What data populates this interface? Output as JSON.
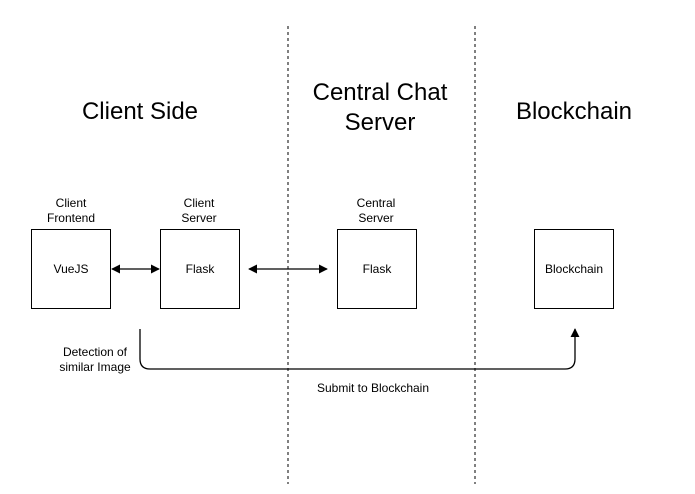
{
  "sections": {
    "client_side": "Client Side",
    "central_chat_server": "Central Chat\nServer",
    "blockchain": "Blockchain"
  },
  "nodes": {
    "vuejs": {
      "caption": "Client\nFrontend",
      "label": "VueJS"
    },
    "client_flask": {
      "caption": "Client\nServer",
      "label": "Flask"
    },
    "central_flask": {
      "caption": "Central\nServer",
      "label": "Flask"
    },
    "blockchain": {
      "caption": "",
      "label": "Blockchain"
    }
  },
  "edges": {
    "detection": "Detection of\nsimilar Image",
    "submit": "Submit to Blockchain"
  },
  "colors": {
    "line": "#000000",
    "background": "#ffffff"
  }
}
